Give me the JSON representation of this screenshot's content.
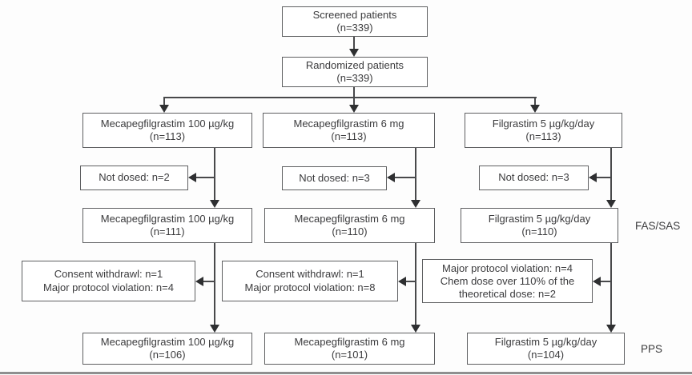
{
  "diagram": {
    "nodes": {
      "screened": {
        "line1": "Screened patients",
        "line2": "(n=339)"
      },
      "randomized": {
        "line1": "Randomized patients",
        "line2": "(n=339)"
      },
      "arm1": {
        "line1": "Mecapegfilgrastim 100 µg/kg",
        "line2": "(n=113)"
      },
      "arm2": {
        "line1": "Mecapegfilgrastim 6 mg",
        "line2": "(n=113)"
      },
      "arm3": {
        "line1": "Filgrastim 5 µg/kg/day",
        "line2": "(n=113)"
      },
      "not_dosed1": {
        "line1": "Not dosed: n=2"
      },
      "not_dosed2": {
        "line1": "Not dosed: n=3"
      },
      "not_dosed3": {
        "line1": "Not dosed: n=3"
      },
      "fas1": {
        "line1": "Mecapegfilgrastim 100 µg/kg",
        "line2": "(n=111)"
      },
      "fas2": {
        "line1": "Mecapegfilgrastim 6 mg",
        "line2": "(n=110)"
      },
      "fas3": {
        "line1": "Filgrastim 5 µg/kg/day",
        "line2": "(n=110)"
      },
      "withdraw1": {
        "line1": "Consent withdrawl: n=1",
        "line2": "Major protocol violation: n=4"
      },
      "withdraw2": {
        "line1": "Consent withdrawl: n=1",
        "line2": "Major protocol violation: n=8"
      },
      "withdraw3": {
        "line1": "Major protocol violation: n=4",
        "line2": "Chem dose over 110% of the",
        "line3": "theoretical dose: n=2"
      },
      "pps1": {
        "line1": "Mecapegfilgrastim 100 µg/kg",
        "line2": "(n=106)"
      },
      "pps2": {
        "line1": "Mecapegfilgrastim 6 mg",
        "line2": "(n=101)"
      },
      "pps3": {
        "line1": "Filgrastim 5 µg/kg/day",
        "line2": "(n=104)"
      }
    },
    "labels": {
      "fas_sas": "FAS/SAS",
      "pps": "PPS"
    },
    "colors": {
      "line": "#48494b",
      "box_border": "#5e5f61",
      "text": "#3b3b3d",
      "background": "#fdfdfd"
    }
  }
}
